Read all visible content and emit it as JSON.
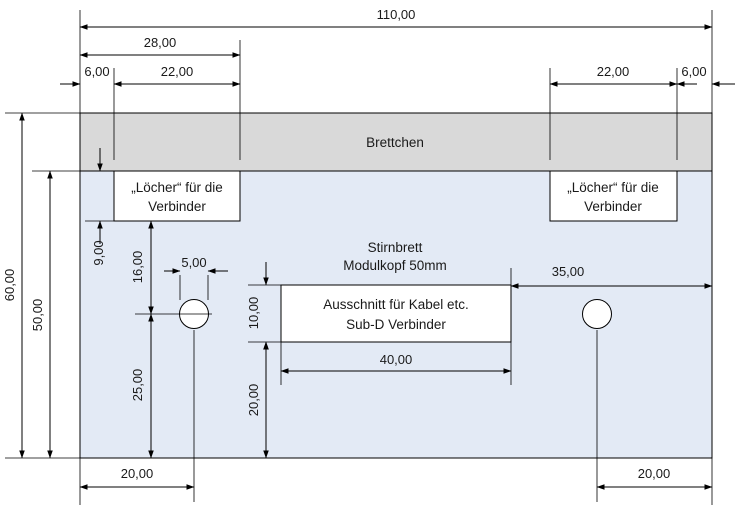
{
  "labels": {
    "brettchen": "Brettchen",
    "stirnbrett_line1": "Stirnbrett",
    "stirnbrett_line2": "Modulkopf 50mm",
    "loecher_left_line1": "„Löcher“ für die",
    "loecher_left_line2": "Verbinder",
    "loecher_right_line1": "„Löcher“ für die",
    "loecher_right_line2": "Verbinder",
    "cutout_line1": "Ausschnitt für Kabel etc.",
    "cutout_line2": "Sub-D Verbinder"
  },
  "dimensions": {
    "total_width": "110,00",
    "left_span": "28,00",
    "left_offset": "6,00",
    "left_hole_width": "22,00",
    "right_hole_width": "22,00",
    "right_offset": "6,00",
    "total_height": "60,00",
    "front_height": "50,00",
    "hole_depth": "9,00",
    "hole_spacing": "16,00",
    "hole_diameter": "5,00",
    "hole_height": "25,00",
    "cutout_height": "10,00",
    "cutout_width": "40,00",
    "cutout_bottom": "20,00",
    "right_hole_offset": "35,00",
    "bottom_left": "20,00",
    "bottom_right": "20,00"
  },
  "colors": {
    "brettchen_fill": "#d9d9d9",
    "stirnbrett_fill": "#e3eaf5",
    "box_fill": "#ffffff"
  }
}
